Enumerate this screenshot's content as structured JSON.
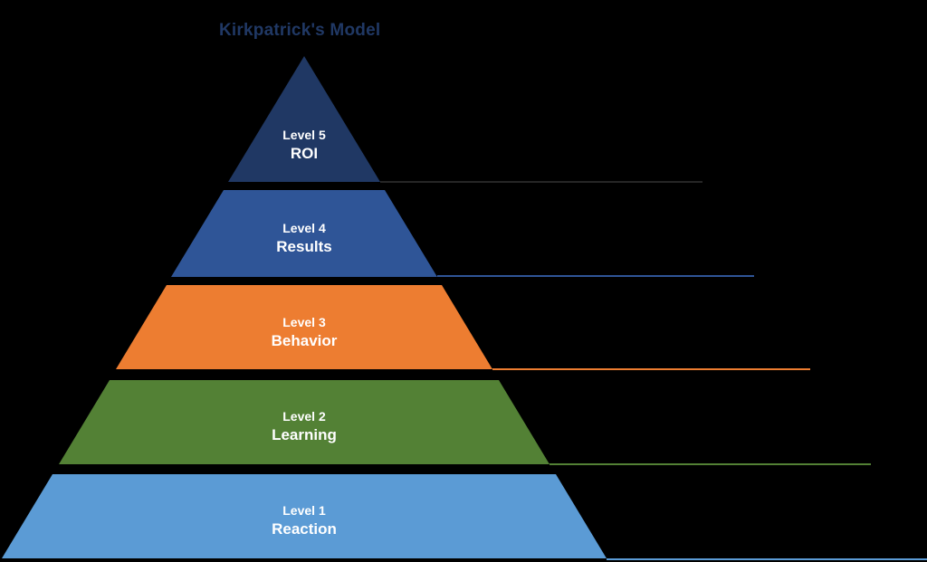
{
  "background_color": "#000000",
  "title": {
    "text": "Kirkpatrick's Model",
    "color": "#203864"
  },
  "pyramid": {
    "type": "pyramid-diagram",
    "text_color": "#FFFFFF",
    "levels": [
      {
        "label": "Level 5",
        "name": "ROI",
        "color": "#203864",
        "line_color": "#262626"
      },
      {
        "label": "Level 4",
        "name": "Results",
        "color": "#2F5597",
        "line_color": "#2F5597"
      },
      {
        "label": "Level 3",
        "name": "Behavior",
        "color": "#ED7D31",
        "line_color": "#ED7D31"
      },
      {
        "label": "Level 2",
        "name": "Learning",
        "color": "#538135",
        "line_color": "#538135"
      },
      {
        "label": "Level 1",
        "name": "Reaction",
        "color": "#5B9BD5",
        "line_color": "#5B9BD5"
      }
    ]
  }
}
